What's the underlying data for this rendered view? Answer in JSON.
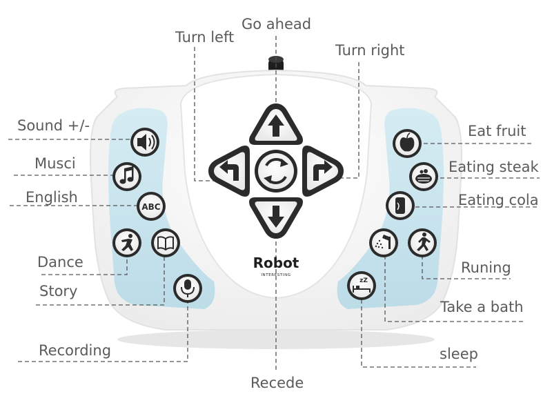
{
  "title": "",
  "device": {
    "brand": "Robot",
    "subbrand": "INTERESTING"
  },
  "colors": {
    "panel_blue": "#c9e4ee",
    "shell": "#f7f7f7",
    "button_face": "#ffffff",
    "button_ring": "#2b2b2b",
    "label_text": "#5a5a5a",
    "leader_line": "#555555"
  },
  "labels": {
    "go_ahead": "Go ahead",
    "turn_left": "Turn left",
    "turn_right": "Turn right",
    "sound": "Sound +/-",
    "musci": "Musci",
    "english": "English",
    "dance": "Dance",
    "story": "Story",
    "recording": "Recording",
    "recede": "Recede",
    "eat_fruit": "Eat fruit",
    "eating_steak": "Eating steak",
    "eating_cola": "Eating cola",
    "runing": "Runing",
    "take_a_bath": "Take a bath",
    "sleep": "sleep"
  },
  "buttons": {
    "english_glyph": "ABC",
    "sleep_glyph": "zZ"
  }
}
